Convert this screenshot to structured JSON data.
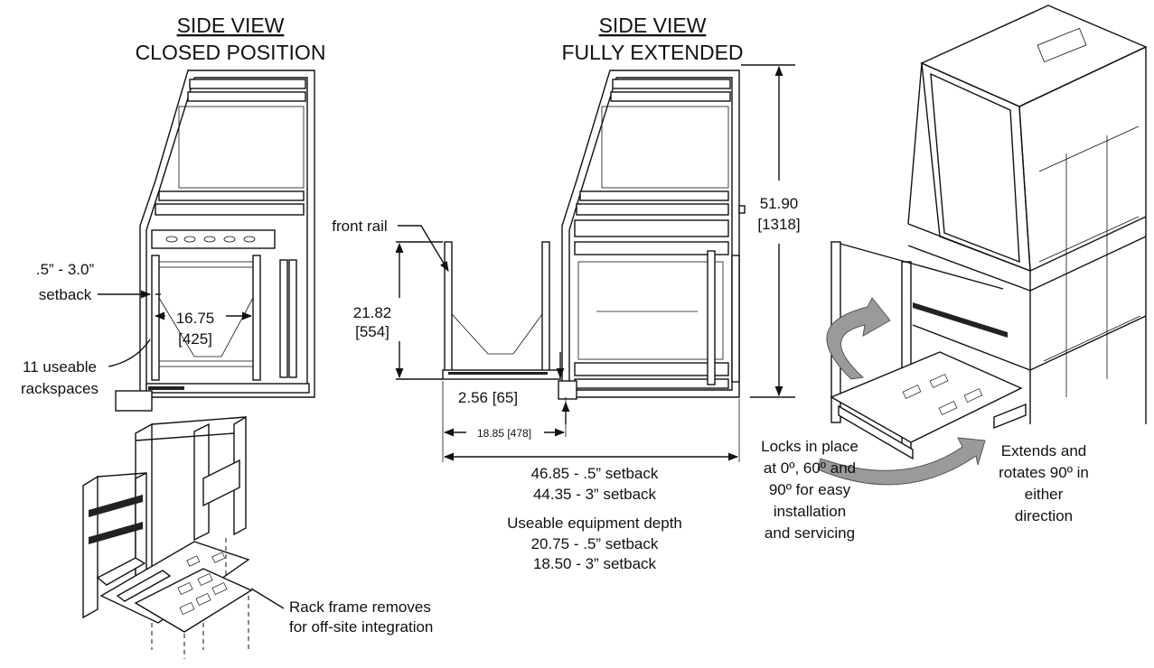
{
  "side_closed": {
    "title_line1": "SIDE VIEW",
    "title_line2": "CLOSED POSITION"
  },
  "side_extended": {
    "title_line1": "SIDE VIEW",
    "title_line2": "FULLY EXTENDED"
  },
  "labels": {
    "setback_range_1": ".5” - 3.0”",
    "setback_range_2": "setback",
    "width_dim": "16.75",
    "width_dim_mm": "[425]",
    "rackspaces_1": "11 useable",
    "rackspaces_2": "rackspaces",
    "front_rail": "front rail",
    "height_rail": "21.82",
    "height_rail_mm": "[554]",
    "overall_height": "51.90",
    "overall_height_mm": "[1318]",
    "offset_dim": "2.56 [65]",
    "rail_depth": "18.85 [478]",
    "depth_line1": "46.85 - .5” setback",
    "depth_line2": "44.35 - 3” setback",
    "useable_title": "Useable equipment depth",
    "useable_line1": "20.75 - .5” setback",
    "useable_line2": "18.50 - 3” setback",
    "locks_1": "Locks in place",
    "locks_2": "at 0º, 60º and",
    "locks_3": "90º for easy",
    "locks_4": "installation",
    "locks_5": "and servicing",
    "extends_1": "Extends and",
    "extends_2": "rotates 90º in",
    "extends_3": "either",
    "extends_4": "direction",
    "removes_1": "Rack frame removes",
    "removes_2": "for off-site integration"
  }
}
